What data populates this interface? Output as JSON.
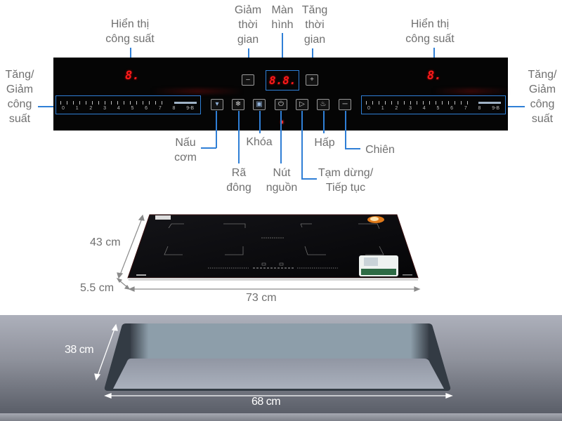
{
  "panel": {
    "left_power_display": "8.",
    "right_power_display": "8.",
    "timer_display": "8.8.",
    "slider_scale": [
      "0",
      "1",
      "2",
      "3",
      "4",
      "5",
      "6",
      "7",
      "8",
      "9-B"
    ],
    "buttons": [
      {
        "id": "rice",
        "icon": "rice-pot-icon",
        "glyph": "▾"
      },
      {
        "id": "defrost",
        "icon": "snowflake-icon",
        "glyph": "❄"
      },
      {
        "id": "lock",
        "icon": "lock-icon",
        "glyph": "▣"
      },
      {
        "id": "power",
        "icon": "power-icon",
        "glyph": "⏻"
      },
      {
        "id": "pause",
        "icon": "play-pause-icon",
        "glyph": "▷"
      },
      {
        "id": "steam",
        "icon": "steam-icon",
        "glyph": "♨"
      },
      {
        "id": "fry",
        "icon": "pan-icon",
        "glyph": "─"
      }
    ],
    "timer_minus_glyph": "–",
    "timer_plus_glyph": "+"
  },
  "labels": {
    "power_display_left_1": "Hiển thị",
    "power_display_left_2": "công suất",
    "power_display_right_1": "Hiển thị",
    "power_display_right_2": "công suất",
    "time_down_1": "Giảm",
    "time_down_2": "thời",
    "time_down_3": "gian",
    "screen_1": "Màn",
    "screen_2": "hình",
    "time_up_1": "Tăng",
    "time_up_2": "thời",
    "time_up_3": "gian",
    "power_adjust_left_1": "Tăng/",
    "power_adjust_left_2": "Giảm",
    "power_adjust_left_3": "công",
    "power_adjust_left_4": "suất",
    "power_adjust_right_1": "Tăng/",
    "power_adjust_right_2": "Giảm",
    "power_adjust_right_3": "công",
    "power_adjust_right_4": "suất",
    "rice_1": "Nấu",
    "rice_2": "cơm",
    "defrost_1": "Rã",
    "defrost_2": "đông",
    "lock": "Khóa",
    "power_1": "Nút",
    "power_2": "nguồn",
    "pause_1": "Tạm dừng/",
    "pause_2": "Tiếp tục",
    "steam": "Hấp",
    "fry": "Chiên"
  },
  "product_dimensions": {
    "depth": "43 cm",
    "height": "5.5 cm",
    "width": "73 cm"
  },
  "cutout_dimensions": {
    "depth": "38 cm",
    "width": "68 cm"
  },
  "colors": {
    "callout_line": "#2f7fd6",
    "led_red": "#ff1a1a",
    "panel_bg": "#050505"
  }
}
